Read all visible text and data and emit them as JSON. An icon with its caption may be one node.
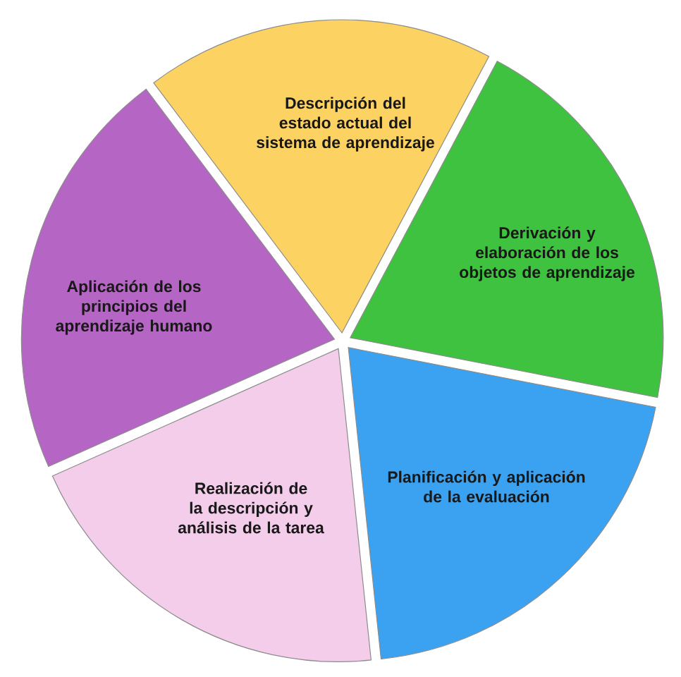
{
  "diagram": {
    "nodes": [
      {
        "text": [
          "Descripción del estado actual del sistema de aprendizaje"
        ]
      },
      {
        "text": [
          "Aplicación de los principios del aprendizaje humano"
        ]
      },
      {
        "text": [
          "Derivación y elaboración de los objetos de aprendizaje"
        ]
      },
      {
        "text": [
          "Realización de la descripción y análisis de la tarea"
        ]
      },
      {
        "text": [
          "Planificación y aplicación de la evaluación"
        ]
      }
    ]
  }
}
